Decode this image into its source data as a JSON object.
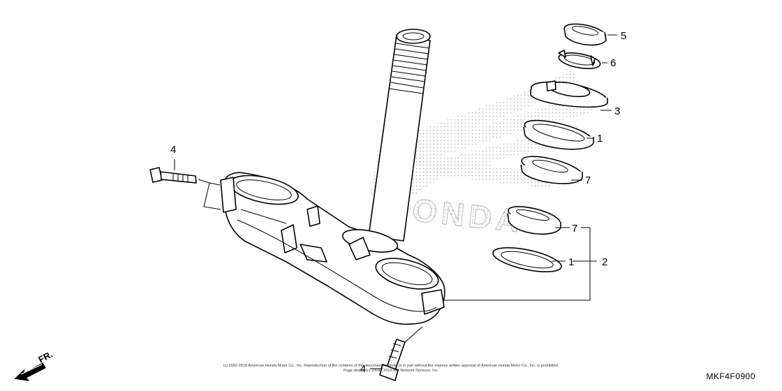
{
  "diagram": {
    "callouts": [
      {
        "id": "c5",
        "text": "5"
      },
      {
        "id": "c6",
        "text": "6"
      },
      {
        "id": "c3",
        "text": "3"
      },
      {
        "id": "c1a",
        "text": "1"
      },
      {
        "id": "c7a",
        "text": "7"
      },
      {
        "id": "c4a",
        "text": "4"
      },
      {
        "id": "c7b",
        "text": "7"
      },
      {
        "id": "c2",
        "text": "2"
      },
      {
        "id": "c1b",
        "text": "1"
      },
      {
        "id": "c4b",
        "text": "4"
      }
    ],
    "direction_label": "FR.",
    "watermark": "HONDA",
    "diagram_code": "MKF4F0900",
    "copyright_line1": "(c) 2002-2019 American Honda Motor Co., Inc. Reproduction of the contents of this document in whole or in part without the express written approval of American Honda Motor Co., Inc. is prohibited.",
    "copyright_line2": "Page design (c) 2004 - 2019 ARI Network Services, Inc."
  },
  "colors": {
    "line": "#000000",
    "watermark": "#b8b8b8",
    "background": "#ffffff"
  }
}
